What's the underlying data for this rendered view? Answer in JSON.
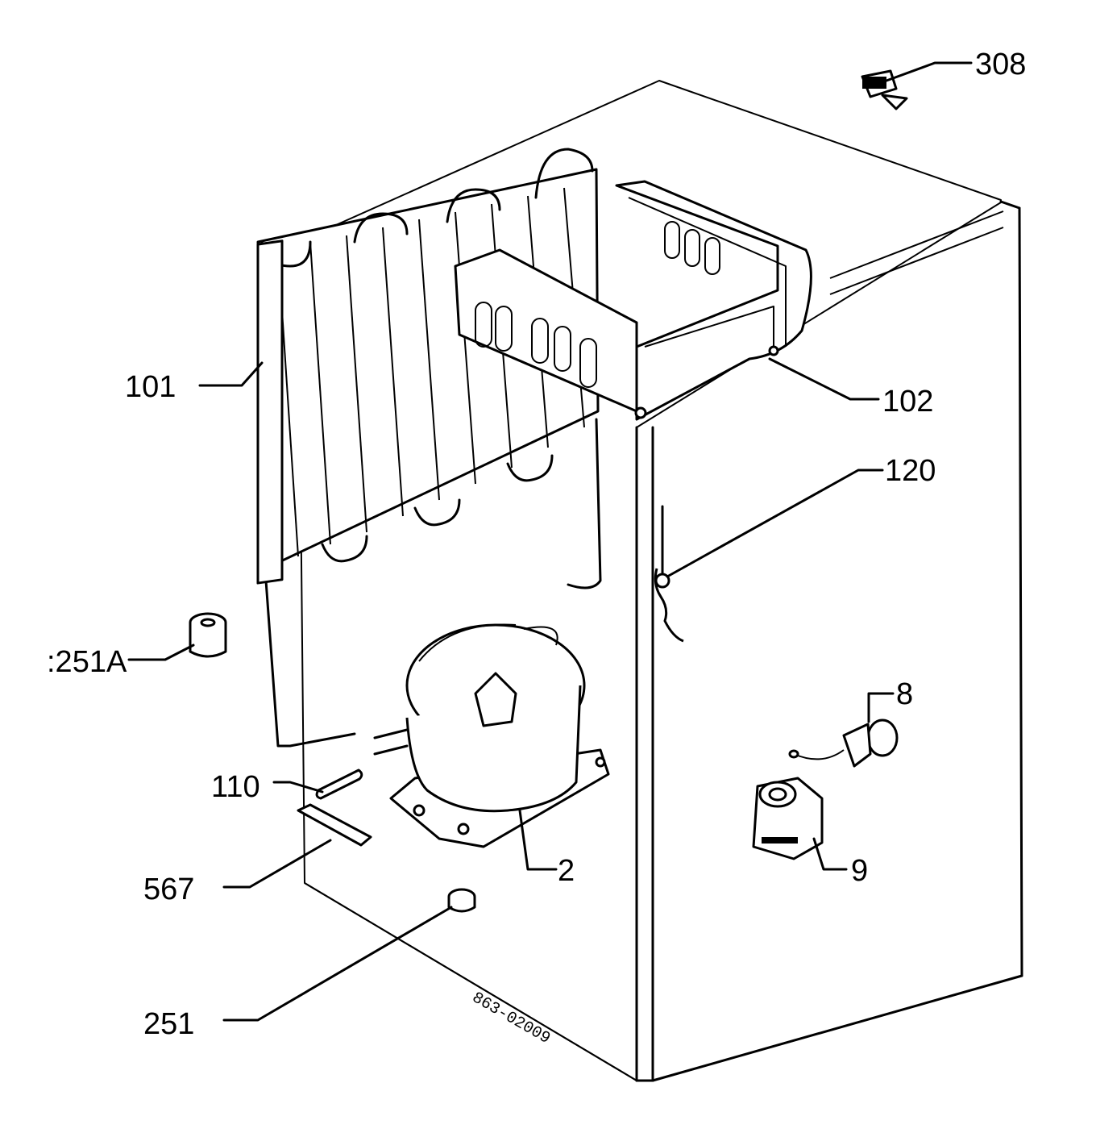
{
  "labels": {
    "p308": "308",
    "p101": "101",
    "p102": "102",
    "p120": "120",
    "p251A": ":251A",
    "p8": "8",
    "p110": "110",
    "p2": "2",
    "p9": "9",
    "p567": "567",
    "p251": "251"
  },
  "drawing_code": "863-02009"
}
